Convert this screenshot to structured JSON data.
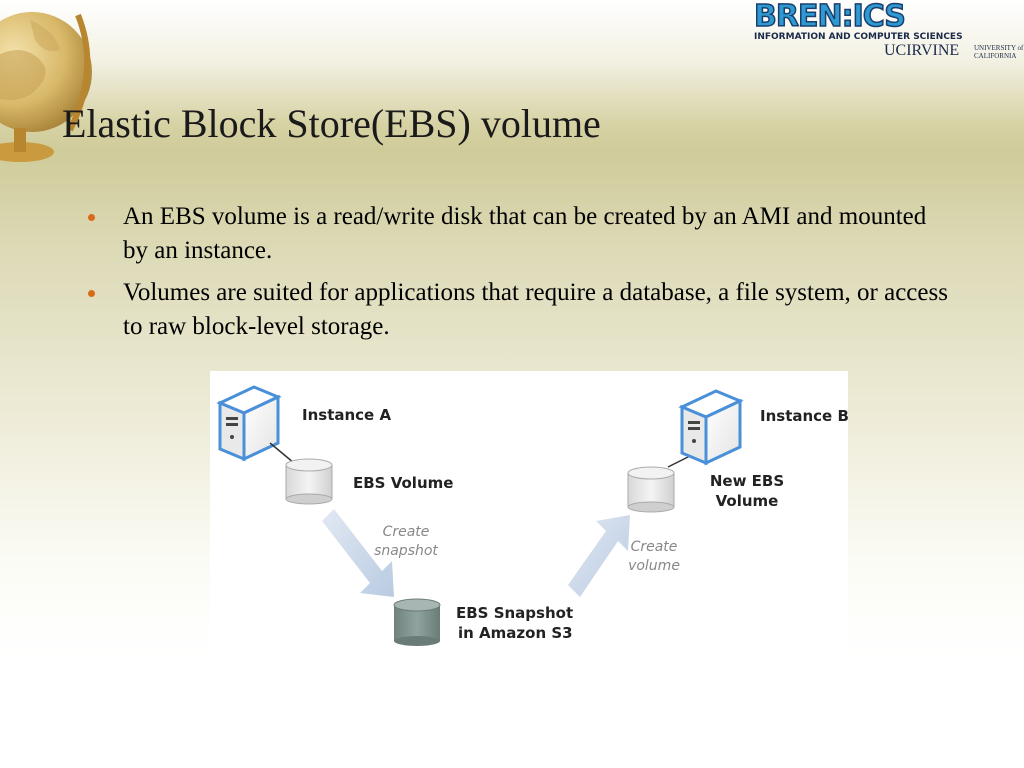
{
  "branding": {
    "logo_word": "BREN:ICS",
    "logo_subtitle": "INFORMATION AND COMPUTER SCIENCES",
    "logo_uci": "UCIRVINE",
    "logo_uc": "UNIVERSITY of CALIFORNIA"
  },
  "slide": {
    "title": "Elastic Block Store(EBS) volume",
    "bullets": [
      "An EBS volume is a read/write disk that can be created by an AMI and mounted by an instance.",
      "Volumes are suited for applications that require a database, a file system, or access to raw block-level storage."
    ]
  },
  "diagram": {
    "instance_a": "Instance A",
    "ebs_volume": "EBS Volume",
    "create_snapshot": "Create snapshot",
    "snapshot_line1": "EBS Snapshot",
    "snapshot_line2": "in Amazon S3",
    "create_volume": "Create volume",
    "instance_b": "Instance B",
    "new_volume_line1": "New EBS",
    "new_volume_line2": "Volume"
  },
  "colors": {
    "bullet": "#d96a1a",
    "title": "#1a1a1a",
    "server_outline": "#4a90d9",
    "disk_light": "#e4e4e4",
    "disk_snapshot": "#7f918d",
    "arrow": "#c9d6e8"
  },
  "icons": [
    "globe-icon",
    "server-icon",
    "disk-icon",
    "snapshot-disk-icon",
    "arrow-down-right-icon",
    "arrow-up-right-icon"
  ]
}
